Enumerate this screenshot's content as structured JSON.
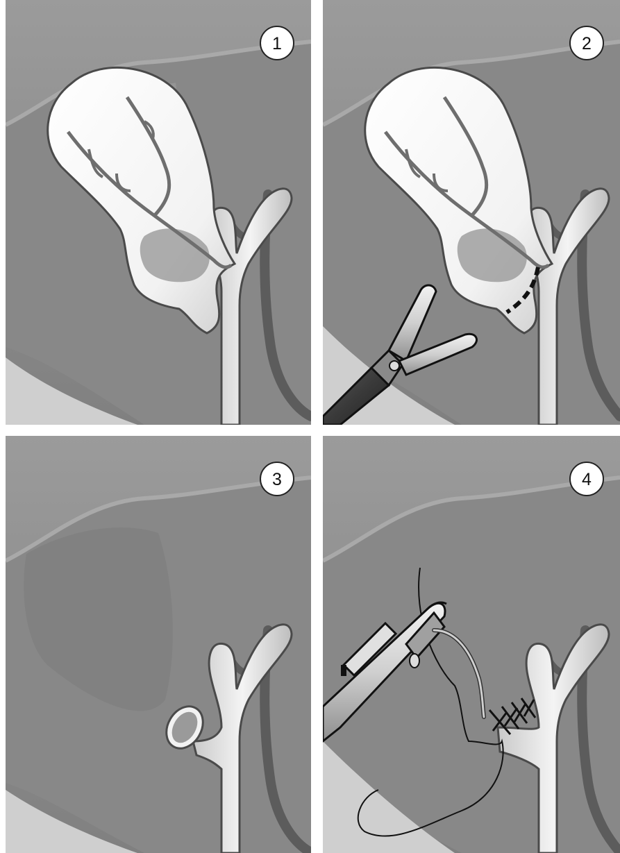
{
  "panels": [
    {
      "id": "1",
      "label": "1"
    },
    {
      "id": "2",
      "label": "2"
    },
    {
      "id": "3",
      "label": "3"
    },
    {
      "id": "4",
      "label": "4"
    }
  ],
  "colors": {
    "background": "#8d8d8d",
    "liver": "#7e7e7e",
    "liver_light": "#a2a2a2",
    "duct": "#e4e4e4",
    "duct_outline": "#4a4a4a",
    "vein": "#5c5c5c",
    "gallbladder": "#ffffff",
    "instrument": "#dcdcdc"
  }
}
